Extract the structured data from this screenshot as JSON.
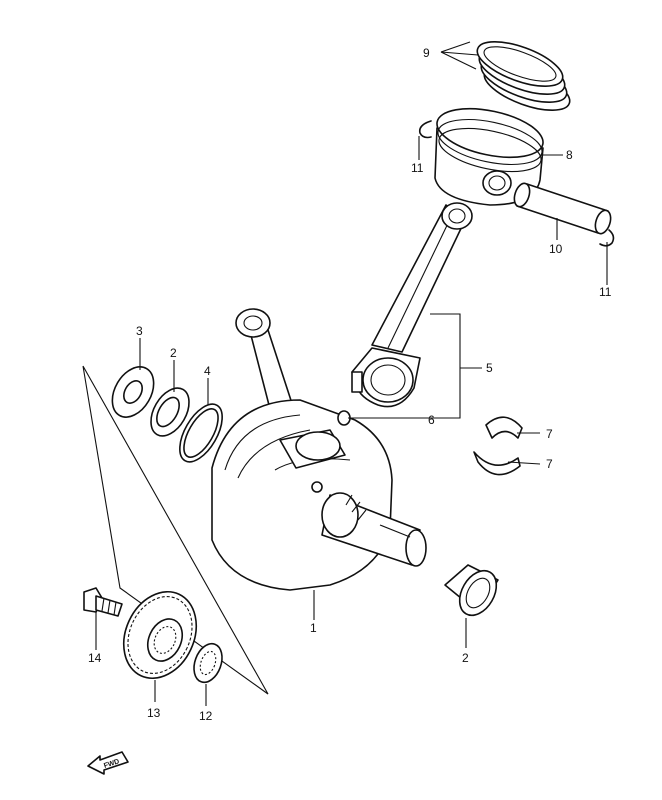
{
  "callouts": {
    "p1": "1",
    "p2a": "2",
    "p2b": "2",
    "p3": "3",
    "p4": "4",
    "p5": "5",
    "p6": "6",
    "p7a": "7",
    "p7b": "7",
    "p8": "8",
    "p9": "9",
    "p10": "10",
    "p11a": "11",
    "p11b": "11",
    "p12": "12",
    "p13": "13",
    "p14": "14"
  },
  "fwd_badge": "FWD",
  "icons": {
    "fwd": "arrow-left-icon"
  }
}
